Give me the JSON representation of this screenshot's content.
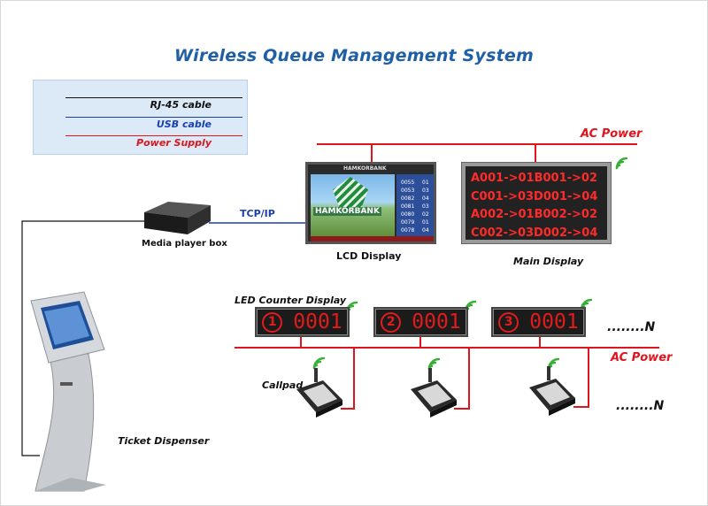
{
  "title": "Wireless Queue Management System",
  "legend": {
    "rj45": "RJ-45 cable",
    "usb": "USB cable",
    "power": "Power Supply"
  },
  "colors": {
    "rj45": "#111111",
    "usb": "#1a3fb0",
    "power": "#e0141c",
    "title": "#1f5fa6"
  },
  "labels": {
    "ac_power_top": "AC Power",
    "ac_power_bottom": "AC Power",
    "tcp_ip": "TCP/IP",
    "media_player_box": "Media player box",
    "lcd_display": "LCD Display",
    "main_display": "Main Display",
    "led_counter_display": "LED Counter Display",
    "callpad": "Callpad",
    "ticket_dispenser": "Ticket Dispenser",
    "n_counters": "........N",
    "n_callpads": "........N"
  },
  "main_display_rows": [
    "A001->01B001->02",
    "C001->03D001->04",
    "A002->01B002->02",
    "C002->03D002->04"
  ],
  "led_counters": [
    {
      "index": "1",
      "value": "0001"
    },
    {
      "index": "2",
      "value": "0001"
    },
    {
      "index": "3",
      "value": "0001"
    }
  ],
  "lcd": {
    "bank_name": "HAMKORBANK",
    "table_rows": [
      {
        "ticket": "0055",
        "counter": "01"
      },
      {
        "ticket": "0053",
        "counter": "03"
      },
      {
        "ticket": "0082",
        "counter": "04"
      },
      {
        "ticket": "0081",
        "counter": "03"
      },
      {
        "ticket": "0080",
        "counter": "02"
      },
      {
        "ticket": "0079",
        "counter": "01"
      },
      {
        "ticket": "0078",
        "counter": "04"
      }
    ]
  }
}
